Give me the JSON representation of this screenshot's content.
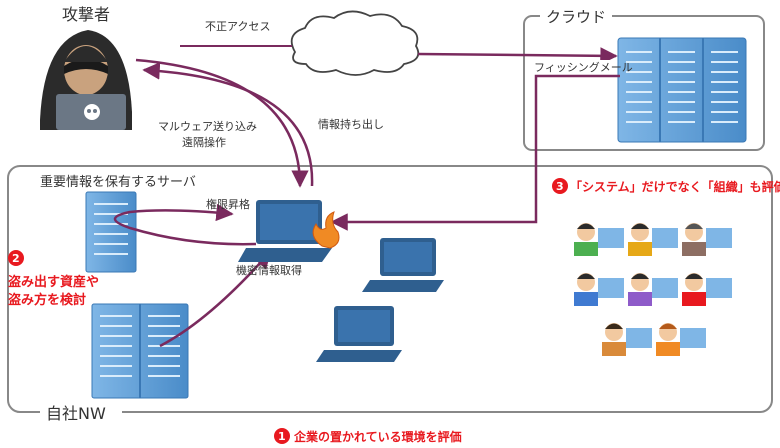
{
  "labels": {
    "attacker": "攻撃者",
    "cloud": "クラウド",
    "unauthorized_access": "不正アクセス",
    "phishing_mail": "フィッシングメール",
    "malware_line1": "マルウェア送り込み",
    "malware_line2": "遠隔操作",
    "exfiltration": "情報持ち出し",
    "server_holding_info": "重要情報を保有するサーバ",
    "privilege_escalation": "権限昇格",
    "credential_theft": "機密情報取得",
    "internal_network": "自社NW"
  },
  "callouts": {
    "one": {
      "number": "1",
      "text": "企業の置かれている環境を評価"
    },
    "two": {
      "number": "2",
      "text_line1": "盗み出す資産や",
      "text_line2": "盗み方を検討"
    },
    "three": {
      "number": "3",
      "text": "「システム」だけでなく「組織」も評価"
    }
  },
  "colors": {
    "arrow": "#7a2a5e",
    "callout_red": "#e8191f",
    "server_blue": "#5b9bd5",
    "laptop_blue": "#2f5f8f",
    "frame_gray": "#888888"
  }
}
